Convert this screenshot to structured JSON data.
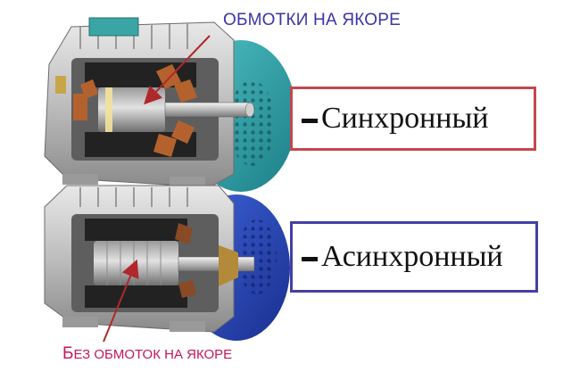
{
  "labels": {
    "top": "ОБМОТКИ НА ЯКОРЕ",
    "bottom_first": "Б",
    "bottom_rest": "ЕЗ ОБМОТОК НА ЯКОРЕ"
  },
  "types": {
    "synchronous": "Синхронный",
    "asynchronous": "Асинхронный"
  },
  "colors": {
    "top_label": "#3a34a8",
    "bottom_label": "#c2185b",
    "sync_border": "#c4474f",
    "async_border": "#4340a6",
    "sync_motor_cover": "#2a9aa0",
    "async_motor_cover": "#2446b8",
    "arrow": "#b0282a"
  }
}
